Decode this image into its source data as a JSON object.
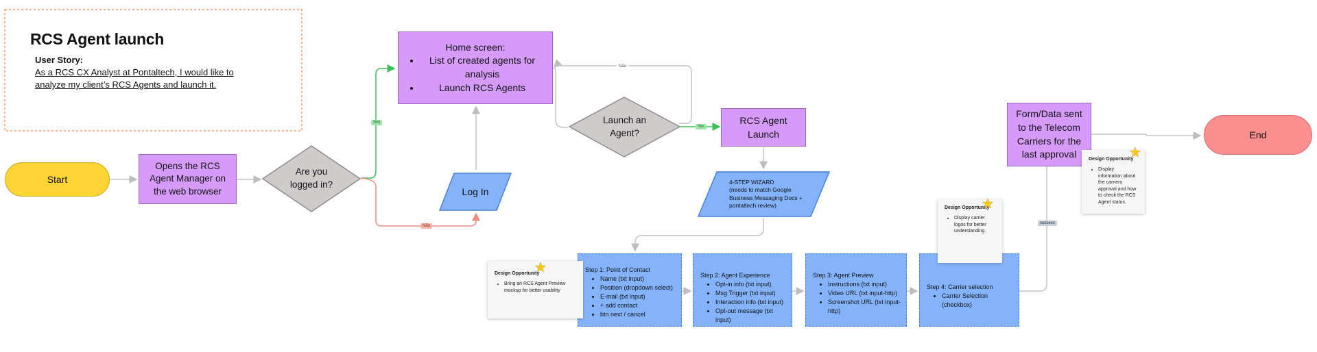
{
  "title_card": {
    "title": "RCS Agent launch",
    "story_label": "User Story:",
    "story_line1": "As a RCS CX Analyst at Pontaltech, I would like to",
    "story_line2": "analyze my client’s RCS Agents and launch it."
  },
  "start": "Start",
  "end": "End",
  "opens": [
    "Opens the RCS",
    "Agent Manager on",
    "the web browser"
  ],
  "logged_in": [
    "Are you",
    "logged in?"
  ],
  "home": {
    "title": "Home screen:",
    "items": [
      "List of created agents for analysis",
      "Launch RCS Agents"
    ]
  },
  "login": "Log In",
  "launch_q": [
    "Launch an",
    "Agent?"
  ],
  "launch_box": [
    "RCS Agent",
    "Launch"
  ],
  "wizard": [
    "4-STEP WIZARD",
    "(needs to match Google",
    "Business Messaging Docs +",
    "pontaltech review)"
  ],
  "form_sent": [
    "Form/Data sent",
    "to the Telecom",
    "Carriers for the",
    "last approval"
  ],
  "edge_labels": {
    "sim": "Sim",
    "nao_bottom": "Não",
    "nao_top": "Não",
    "yes": "Yes",
    "success": "success"
  },
  "steps": [
    {
      "title": "Step 1: Point of Contact",
      "items": [
        "Name (txt input)",
        "Position (dropdown select)",
        "E-mail (txt input)",
        "+ add contact",
        "btn next / cancel"
      ]
    },
    {
      "title": "Step 2: Agent Experience",
      "items": [
        "Opt-in info (txt input)",
        "Msg Trigger (txt input)",
        "Interaction info (txt input)",
        "Opt-out message (txt input)"
      ]
    },
    {
      "title": "Step 3: Agent Preview",
      "items": [
        "Instructions (txt input)",
        "Video URL (txt input-http)",
        "Screenshot URL  (txt input-http)"
      ]
    },
    {
      "title": "Step 4: Carrier selection",
      "items": [
        "Carrier Selection (checkbox)"
      ]
    }
  ],
  "notes": [
    {
      "title": "Design Opportunity",
      "text": "Bring an RCS Agent Preview mockup for better usability"
    },
    {
      "title": "Design Opportunity",
      "text": "Display carrier logos for better understanding."
    },
    {
      "title": "Design Opportunity",
      "text": "Display information about the carriers approval and how to check the RCS Agent status."
    }
  ],
  "colors": {
    "purple": "#d69bf9",
    "blue": "#85b3fb",
    "yellow": "#fcd535",
    "red": "#fb8e8e",
    "gray": "#cfcbcb",
    "green_line": "#3fbf5a",
    "red_line": "#e98b7c",
    "gray_line": "#c4c4c4",
    "title_border": "#f07b3a"
  }
}
